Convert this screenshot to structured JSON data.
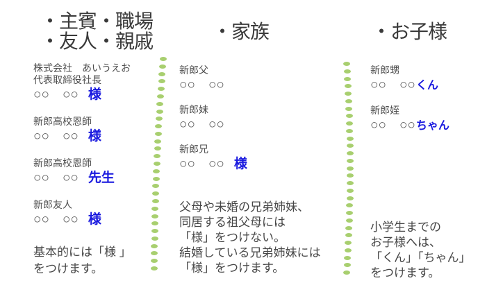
{
  "colors": {
    "accent_blue": "#1a1adf",
    "divider_green": "#a8cf6f",
    "heading_text": "#3a3a3a",
    "body_text": "#4a4a4a"
  },
  "columns": [
    {
      "id": "guests",
      "heading_lines": [
        "・主賓・職場",
        "・友人・親戚"
      ],
      "entries": [
        {
          "label_lines": [
            "株式会社　あいうえお",
            "代表取締役社長"
          ],
          "name": "○○　○○",
          "honorific": "様"
        },
        {
          "label_lines": [
            "新郎高校恩師"
          ],
          "name": "○○　○○",
          "honorific": "様"
        },
        {
          "label_lines": [
            "新郎高校恩師"
          ],
          "name": "○○　○○",
          "honorific": "先生"
        },
        {
          "label_lines": [
            "新郎友人"
          ],
          "name": "○○　○○",
          "honorific": "様"
        }
      ],
      "note_lines": [
        "基本的には「様 」",
        "をつけます。"
      ]
    },
    {
      "id": "family",
      "heading_lines": [
        "・家族"
      ],
      "entries": [
        {
          "label_lines": [
            "新郎父"
          ],
          "name": "○○　○○",
          "honorific": ""
        },
        {
          "label_lines": [
            "新郎妹"
          ],
          "name": "○○　○○",
          "honorific": ""
        },
        {
          "label_lines": [
            "新郎兄"
          ],
          "name": "○○　○○",
          "honorific": "様"
        }
      ],
      "note_lines": [
        "父母や未婚の兄弟姉妹、",
        "同居する祖父母には",
        "「様」をつけない。",
        "結婚している兄弟姉妹には",
        "「様」をつけます。"
      ]
    },
    {
      "id": "children",
      "heading_lines": [
        "・お子様"
      ],
      "entries": [
        {
          "label_lines": [
            "新郎甥"
          ],
          "name": "○○　○○",
          "honorific": "くん"
        },
        {
          "label_lines": [
            "新郎姪"
          ],
          "name": "○○　○○",
          "honorific": "ちゃん"
        }
      ],
      "note_lines": [
        "小学生までの",
        "お子様へは、",
        "「くん」「ちゃん」",
        "をつけます。"
      ]
    }
  ]
}
